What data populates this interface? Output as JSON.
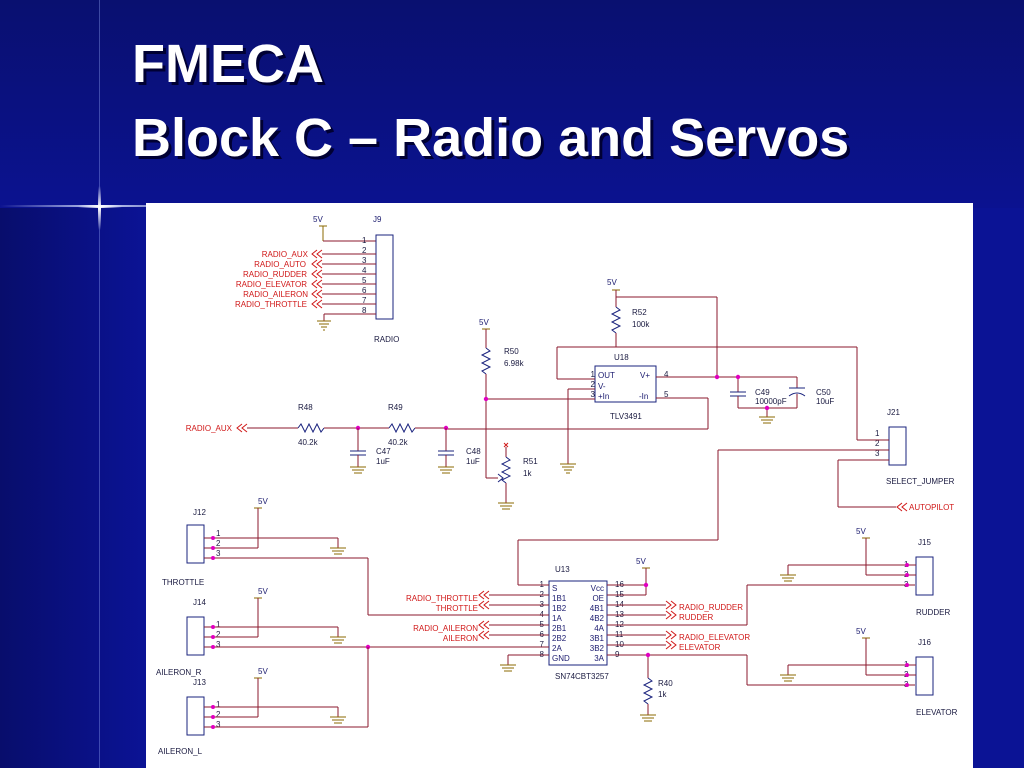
{
  "slide": {
    "title_line1": "FMECA",
    "title_line2": "Block C – Radio and Servos"
  },
  "schematic": {
    "supply_label": "5V",
    "j9": {
      "ref": "J9",
      "name": "RADIO",
      "pins": [
        "1",
        "2",
        "3",
        "4",
        "5",
        "6",
        "7",
        "8"
      ],
      "signals": [
        "RADIO_AUX",
        "RADIO_AUTO",
        "RADIO_RUDDER",
        "RADIO_ELEVATOR",
        "RADIO_AILERON",
        "RADIO_THROTTLE"
      ]
    },
    "r52": {
      "ref": "R52",
      "value": "100k"
    },
    "r50": {
      "ref": "R50",
      "value": "6.98k"
    },
    "r48": {
      "ref": "R48",
      "value": "40.2k"
    },
    "r49": {
      "ref": "R49",
      "value": "40.2k"
    },
    "r51": {
      "ref": "R51",
      "value": "1k"
    },
    "r40": {
      "ref": "R40",
      "value": "1k"
    },
    "c47": {
      "ref": "C47",
      "value": "1uF"
    },
    "c48": {
      "ref": "C48",
      "value": "1uF"
    },
    "c49": {
      "ref": "C49",
      "value": "10000pF"
    },
    "c50": {
      "ref": "C50",
      "value": "10uF"
    },
    "u18": {
      "ref": "U18",
      "part": "TLV3491",
      "pins_left": [
        "1",
        "2",
        "3"
      ],
      "pins_right": [
        "4",
        "5"
      ],
      "pin_names_left": [
        "OUT",
        "V-",
        "+In"
      ],
      "pin_names_right": [
        "V+",
        "-In"
      ]
    },
    "j21": {
      "ref": "J21",
      "name": "SELECT_JUMPER",
      "pins": [
        "1",
        "2",
        "3"
      ]
    },
    "autopilot": "AUTOPILOT",
    "radio_aux_in": "RADIO_AUX",
    "j12": {
      "ref": "J12",
      "name": "THROTTLE",
      "pins": [
        "1",
        "2",
        "3"
      ]
    },
    "j14": {
      "ref": "J14",
      "name": "AILERON_R",
      "pins": [
        "1",
        "2",
        "3"
      ]
    },
    "j13": {
      "ref": "J13",
      "name": "AILERON_L",
      "pins": [
        "1",
        "2",
        "3"
      ]
    },
    "j15": {
      "ref": "J15",
      "name": "RUDDER",
      "pins": [
        "1",
        "2",
        "3"
      ]
    },
    "j16": {
      "ref": "J16",
      "name": "ELEVATOR",
      "pins": [
        "1",
        "2",
        "3"
      ]
    },
    "u13": {
      "ref": "U13",
      "part": "SN74CBT3257",
      "pin_names_left": [
        "S",
        "1B1",
        "1B2",
        "1A",
        "2B1",
        "2B2",
        "2A",
        "GND"
      ],
      "pin_nums_left": [
        "1",
        "2",
        "3",
        "4",
        "5",
        "6",
        "7",
        "8"
      ],
      "pin_names_right": [
        "Vcc",
        "OE",
        "4B1",
        "4B2",
        "4A",
        "3B1",
        "3B2",
        "3A"
      ],
      "pin_nums_right": [
        "16",
        "15",
        "14",
        "13",
        "12",
        "11",
        "10",
        "9"
      ]
    },
    "u13_left_signals": [
      "RADIO_THROTTLE",
      "THROTTLE",
      "RADIO_AILERON",
      "AILERON"
    ],
    "u13_right_signals": [
      "RADIO_RUDDER",
      "RUDDER",
      "RADIO_ELEVATOR",
      "ELEVATOR"
    ]
  },
  "colors": {
    "slide_background": "#0a0f80",
    "title_text": "#ffffff",
    "wire": "#8b1a2e",
    "component": "#1a237e",
    "net_label": "#d01818",
    "junction": "#e000c0"
  }
}
